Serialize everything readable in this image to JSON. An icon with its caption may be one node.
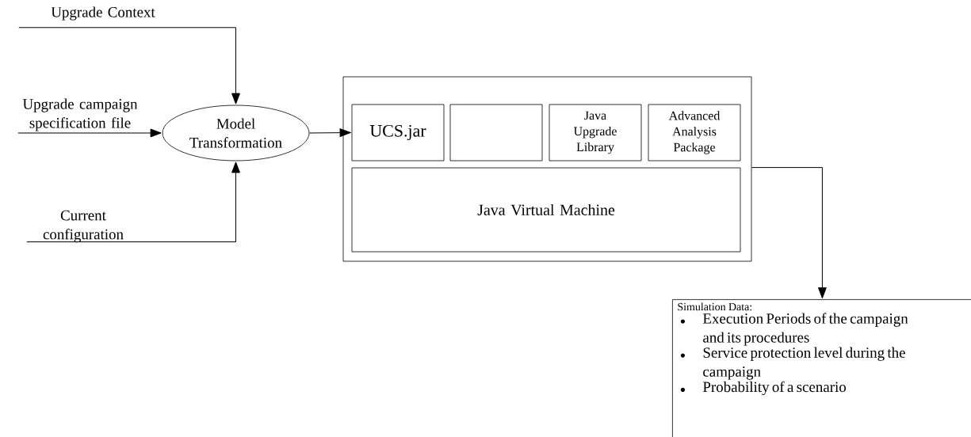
{
  "diagram": {
    "nodes": [
      {
        "text": [
          "Upgrade Context"
        ]
      },
      {
        "text": [
          "Upgrade campaign specification file"
        ]
      },
      {
        "text": [
          "Current configuration"
        ]
      },
      {
        "text": [
          "Model Transformation"
        ]
      },
      {
        "text": [],
        "shape": "box"
      },
      {
        "text": [
          "UCS.jar"
        ],
        "in": 4
      },
      {
        "text": [],
        "shape": "box",
        "in": 4
      },
      {
        "text": [
          "Java Upgrade Library"
        ],
        "in": 4
      },
      {
        "text": [
          "Advanced Analysis Package"
        ],
        "in": 4
      },
      {
        "text": [
          "Java Virtual Machine"
        ],
        "in": 4
      },
      {
        "text": [
          "Simulation Data:",
          "Execution Periods of the campaign and its procedures",
          "Service protection level during the campaign",
          "Probability of a scenario"
        ]
      }
    ],
    "edges": [
      {
        "from": 0,
        "to": 3,
        "arrow": "to"
      },
      {
        "from": 1,
        "to": 3,
        "arrow": "to"
      },
      {
        "from": 2,
        "to": 3,
        "arrow": "to"
      },
      {
        "from": 3,
        "to": 5,
        "arrow": "to"
      },
      {
        "from": 4,
        "to": 10,
        "arrow": "to"
      }
    ]
  }
}
